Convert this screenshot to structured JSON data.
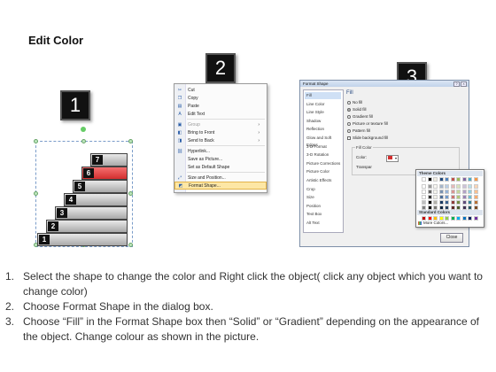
{
  "heading": "Edit Color",
  "steps": [
    {
      "number": "1"
    },
    {
      "number": "2"
    },
    {
      "number": "3"
    }
  ],
  "staircase": {
    "labels": [
      "1",
      "2",
      "3",
      "4",
      "5",
      "6",
      "7"
    ],
    "highlight_color": "#d32f2f",
    "highlight_step": "6"
  },
  "context_menu": {
    "items": [
      {
        "label": "Cut",
        "icon": "scissors-icon",
        "enabled": true,
        "submenu": false
      },
      {
        "label": "Copy",
        "icon": "copy-icon",
        "enabled": true,
        "submenu": false
      },
      {
        "label": "Paste",
        "icon": "paste-icon",
        "enabled": true,
        "submenu": false
      },
      {
        "label": "Edit Text",
        "icon": "text-icon",
        "enabled": true,
        "submenu": false
      },
      {
        "label": "Group",
        "icon": "group-icon",
        "enabled": false,
        "submenu": true
      },
      {
        "label": "Bring to Front",
        "icon": "bring-front-icon",
        "enabled": true,
        "submenu": true
      },
      {
        "label": "Send to Back",
        "icon": "send-back-icon",
        "enabled": true,
        "submenu": true
      },
      {
        "label": "Hyperlink...",
        "icon": "hyperlink-icon",
        "enabled": true,
        "submenu": false
      },
      {
        "label": "Save as Picture...",
        "icon": "",
        "enabled": true,
        "submenu": false
      },
      {
        "label": "Set as Default Shape",
        "icon": "",
        "enabled": true,
        "submenu": false
      },
      {
        "label": "Size and Position...",
        "icon": "size-icon",
        "enabled": true,
        "submenu": false
      },
      {
        "label": "Format Shape...",
        "icon": "format-shape-icon",
        "enabled": true,
        "submenu": false,
        "highlighted": true
      }
    ]
  },
  "format_dialog": {
    "title": "Format Shape",
    "nav_items": [
      "Fill",
      "Line Color",
      "Line Style",
      "Shadow",
      "Reflection",
      "Glow and Soft Edges",
      "3-D Format",
      "3-D Rotation",
      "Picture Corrections",
      "Picture Color",
      "Artistic Effects",
      "Crop",
      "Size",
      "Position",
      "Text Box",
      "Alt Text"
    ],
    "selected_nav": "Fill",
    "section_title": "Fill",
    "options": [
      {
        "label": "No fill",
        "selected": false
      },
      {
        "label": "Solid fill",
        "selected": true
      },
      {
        "label": "Gradient fill",
        "selected": false
      },
      {
        "label": "Picture or texture fill",
        "selected": false
      },
      {
        "label": "Pattern fill",
        "selected": false
      }
    ],
    "checkbox_label": "Slide background fill",
    "group_label": "Fill Color",
    "color_label": "Color:",
    "transparency_label": "Transpar",
    "picker": {
      "theme_header": "Theme Colors",
      "standard_header": "Standard Colors",
      "more_colors": "More Colors...",
      "theme_top": [
        "#ffffff",
        "#000000",
        "#eeece1",
        "#1f497d",
        "#4f81bd",
        "#c0504d",
        "#9bbb59",
        "#8064a2",
        "#4bacc6",
        "#f79646"
      ],
      "standard": [
        "#c00000",
        "#ff0000",
        "#ffc000",
        "#ffff00",
        "#92d050",
        "#00b050",
        "#00b0f0",
        "#0070c0",
        "#002060",
        "#7030a0"
      ]
    },
    "close_label": "Close"
  },
  "instructions": [
    {
      "num": "1.",
      "text": "Select the shape to change the color and Right click the object( click any object which you want to change color)"
    },
    {
      "num": "2.",
      "text": "Choose Format Shape in the dialog box."
    },
    {
      "num": "3.",
      "text": "Choose “Fill” in the Format Shape box then “Solid” or “Gradient” depending on the appearance of the object. Change colour as shown in the picture."
    }
  ]
}
